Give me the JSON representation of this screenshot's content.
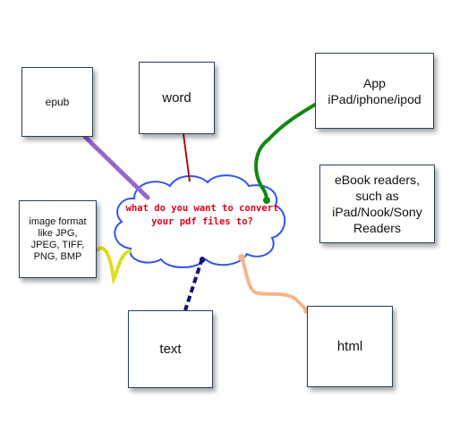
{
  "center": {
    "text": "what do you want to convert your pdf files to?",
    "color": "#e0001a"
  },
  "boxes": {
    "epub": "epub",
    "word": "word",
    "app_line1": "App",
    "app_line2": "iPad/iphone/ipod",
    "ebook_line1": "eBook readers,",
    "ebook_line2": "such as",
    "ebook_line3": "iPad/Nook/Sony",
    "ebook_line4": "Readers",
    "image_line1": "image format",
    "image_line2": "like JPG,",
    "image_line3": "JPEG, TIFF,",
    "image_line4": "PNG, BMP",
    "text": "text",
    "html": "html"
  },
  "connector_colors": {
    "epub": "#9966cc",
    "word": "#aa1111",
    "app": "#118811",
    "image": "#dddd22",
    "text": "#111177",
    "html": "#f5b48a"
  }
}
